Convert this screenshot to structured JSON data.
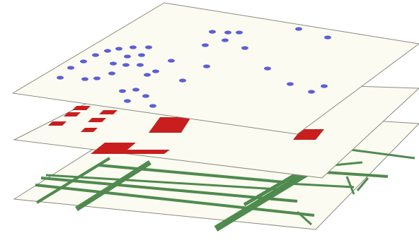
{
  "diagram": {
    "description_visible_text": "",
    "layers": [
      {
        "id": "top",
        "kind": "dots"
      },
      {
        "id": "middle",
        "kind": "red-blocks"
      },
      {
        "id": "bottom",
        "kind": "green-traces"
      }
    ]
  },
  "colors": {
    "plate_fill": "#fbfbf1",
    "plate_stroke": "#8a8a80",
    "dot": "#5b5fd6",
    "red": "#c81e1e",
    "green": "#4f8a4e"
  }
}
